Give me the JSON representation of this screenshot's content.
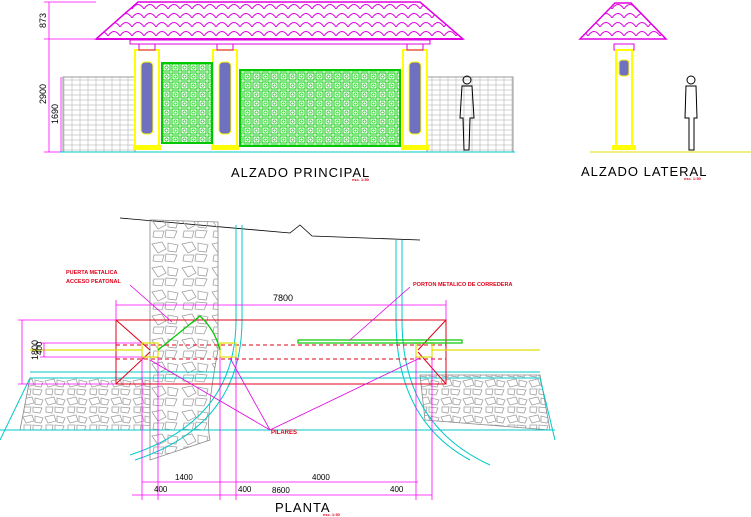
{
  "elevation_main": {
    "title": "ALZADO PRINCIPAL",
    "scale": "esc. 1:50",
    "dim_roof": "873",
    "dim_total": "2900",
    "dim_wall": "1690"
  },
  "elevation_side": {
    "title": "ALZADO LATERAL",
    "scale": "esc. 1:50"
  },
  "plan": {
    "title": "PLANTA",
    "scale": "esc. 1:50",
    "label_pedestrian_door_1": "PUERTA METALICA",
    "label_pedestrian_door_2": "ACCESO PEATONAL",
    "label_sliding_gate": "PORTON METALICO DE CORREDERA",
    "label_pillars": "PILARES",
    "dim_top": "7800",
    "dim_depth": "1800",
    "dim_pillar_depth": "400",
    "dim_1400": "1400",
    "dim_4000": "4000",
    "dim_400_a": "400",
    "dim_400_b": "400",
    "dim_400_c": "400",
    "dim_total_bottom": "8600"
  },
  "colors": {
    "roof": "#e000e0",
    "pillar": "#ffff00",
    "gate": "#00d000",
    "wall": "#b0b0b0",
    "panel": "#7070c0",
    "cyan": "#00c8c8",
    "red": "#e0001a",
    "dim": "#ff00ff"
  }
}
